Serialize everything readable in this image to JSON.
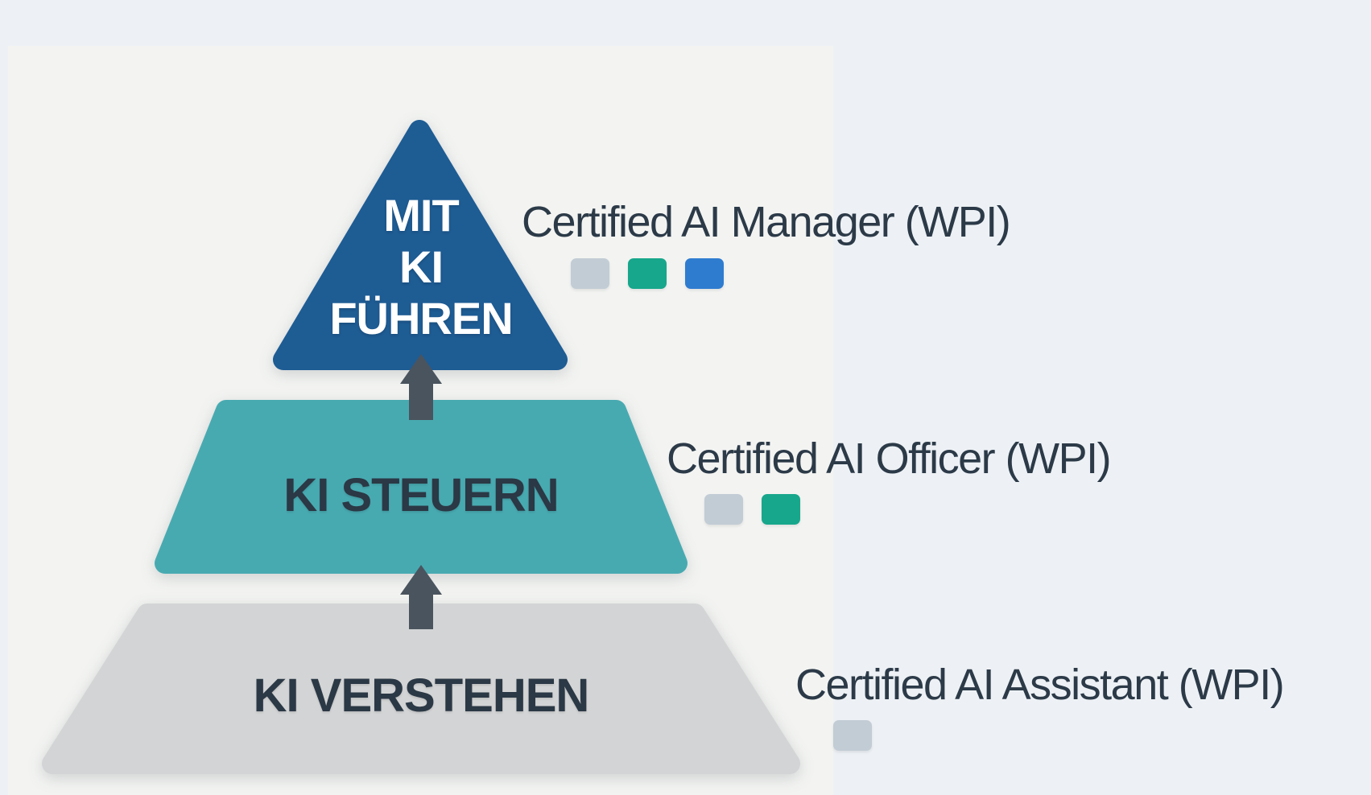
{
  "colors": {
    "background": "#edf1f5",
    "panel": "#f3f4f2",
    "level1_fill": "#1e5c94",
    "level2_fill": "#48aab1",
    "level3_fill": "#d3d4d5",
    "arrow": "#4a545e",
    "label_text": "#2c3a48",
    "badge_gray": "#c2ccd5",
    "badge_green": "#17a78c",
    "badge_blue": "#2e7cd0"
  },
  "pyramid": {
    "levels": [
      {
        "title_lines": [
          "MIT",
          "KI",
          "FÜHREN"
        ],
        "certification": {
          "label": "Certified AI Manager (WPI)",
          "badges": [
            "#c2ccd5",
            "#17a78c",
            "#2e7cd0"
          ]
        }
      },
      {
        "title_lines": [
          "KI STEUERN"
        ],
        "certification": {
          "label": "Certified AI Officer (WPI)",
          "badges": [
            "#c2ccd5",
            "#17a78c"
          ]
        }
      },
      {
        "title_lines": [
          "KI VERSTEHEN"
        ],
        "certification": {
          "label": "Certified AI Assistant (WPI)",
          "badges": [
            "#c2ccd5"
          ]
        }
      }
    ]
  }
}
